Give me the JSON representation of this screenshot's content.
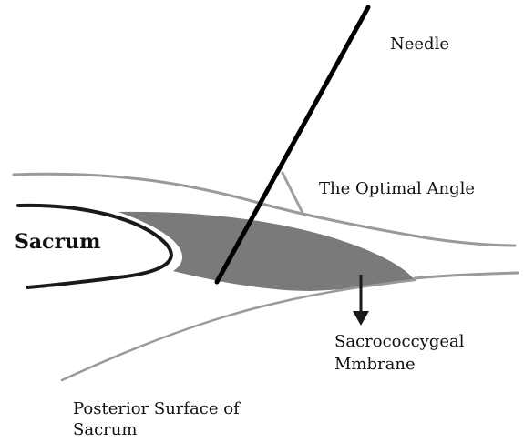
{
  "labels": {
    "needle": "Needle",
    "optimal_angle": "The Optimal Angle",
    "sacrum": "Sacrum",
    "membrane_line1": "Sacrococcygeal",
    "membrane_line2": "Mmbrane",
    "posterior_line1": "Posterior Surface of",
    "posterior_line2": "Sacrum"
  },
  "colors": {
    "membrane_fill": "#7a7a7a",
    "outline_dark": "#1a1a1a",
    "outline_light": "#9a9a9a",
    "needle": "#000000",
    "angle_line": "#a0a0a0"
  }
}
